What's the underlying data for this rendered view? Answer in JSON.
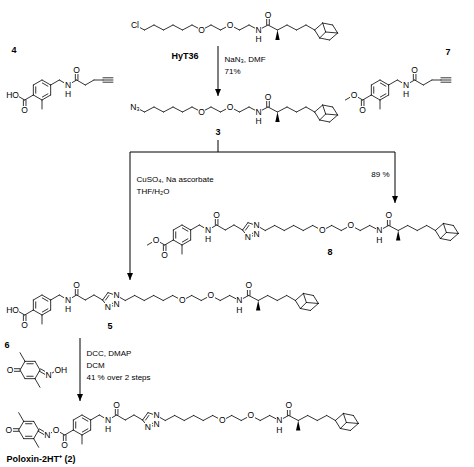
{
  "diagram": {
    "labels": [
      "Cl",
      "O",
      "O",
      "N",
      "H",
      "O",
      "HyT36",
      "NaN₃, DMF",
      "71%",
      "N₃",
      "O",
      "O",
      "N",
      "H",
      "O",
      "3",
      "HO",
      "O",
      "N",
      "H",
      "O",
      "4",
      "O",
      "O",
      "N",
      "H",
      "O",
      "7",
      "CuSO₄, Na ascorbate",
      "THF/H₂O",
      "89 %",
      "O",
      "O",
      "N",
      "H",
      "O",
      "N",
      "N",
      "N",
      "O",
      "O",
      "N",
      "H",
      "O",
      "8",
      "HO",
      "O",
      "N",
      "H",
      "O",
      "N",
      "N",
      "N",
      "O",
      "O",
      "N",
      "H",
      "O",
      "5",
      "O",
      "N",
      "OH",
      "6",
      "DCC, DMAP",
      "DCM",
      "41 % over 2 steps",
      "O",
      "N",
      "O",
      "O",
      "N",
      "H",
      "O",
      "N",
      "N",
      "N",
      "O",
      "O",
      "N",
      "H",
      "O",
      "Poloxin-2HT⁺ (2)"
    ]
  }
}
